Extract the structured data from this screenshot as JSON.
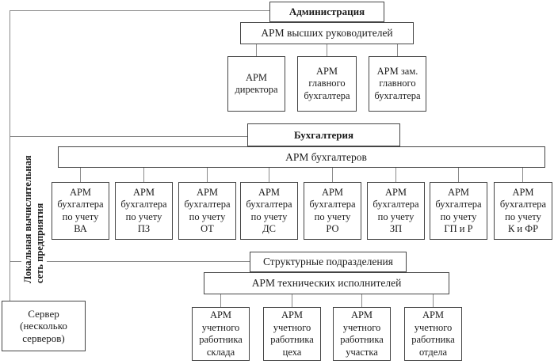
{
  "colors": {
    "border": "#454545",
    "connector": "#8a8a8a",
    "background": "#ffffff",
    "text": "#1c1c1c"
  },
  "lan_label": "Локальная вычислительная\nсеть предприятия",
  "server_label": "Сервер\n(несколько\nсерверов)",
  "sections": [
    {
      "header": "Администрация",
      "subheader": "АРМ высших руководителей",
      "items": [
        "АРМ\nдиректора",
        "АРМ\nглавного\nбухгалтера",
        "АРМ зам.\nглавного\nбухгалтера"
      ]
    },
    {
      "header": "Бухгалтерия",
      "subheader": "АРМ бухгалтеров",
      "items": [
        "АРМ\nбухгалтера\nпо учету\nВА",
        "АРМ\nбухгалтера\nпо учету\nПЗ",
        "АРМ\nбухгалтера\nпо учету\nОТ",
        "АРМ\nбухгалтера\nпо учету\nДС",
        "АРМ\nбухгалтера\nпо учету\nРО",
        "АРМ\nбухгалтера\nпо учету\nЗП",
        "АРМ\nбухгалтера\nпо учету\nГП и Р",
        "АРМ\nбухгалтера\nпо учету\nК и ФР"
      ]
    },
    {
      "header": "Структурные подразделения",
      "subheader": "АРМ технических исполнителей",
      "items": [
        "АРМ\nучетного\nработника\nсклада",
        "АРМ\nучетного\nработника\nцеха",
        "АРМ\nучетного\nработника\nучастка",
        "АРМ\nучетного\nработника\nотдела"
      ]
    }
  ]
}
